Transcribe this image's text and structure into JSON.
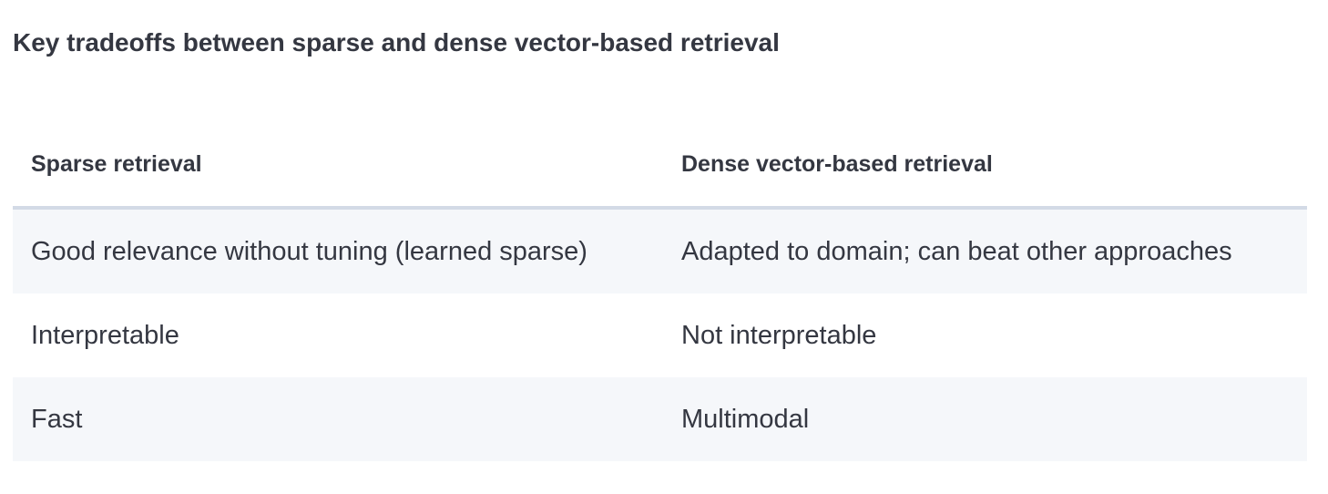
{
  "title": "Key tradeoffs between sparse and dense vector-based retrieval",
  "table": {
    "headers": [
      "Sparse retrieval",
      "Dense vector-based retrieval"
    ],
    "rows": [
      [
        "Good relevance without tuning (learned sparse)",
        "Adapted to domain; can beat other approaches"
      ],
      [
        "Interpretable",
        "Not interpretable"
      ],
      [
        "Fast",
        "Multimodal"
      ]
    ]
  },
  "colors": {
    "text": "#343741",
    "stripe": "#f5f7fa",
    "header_border": "#d3dae6"
  }
}
